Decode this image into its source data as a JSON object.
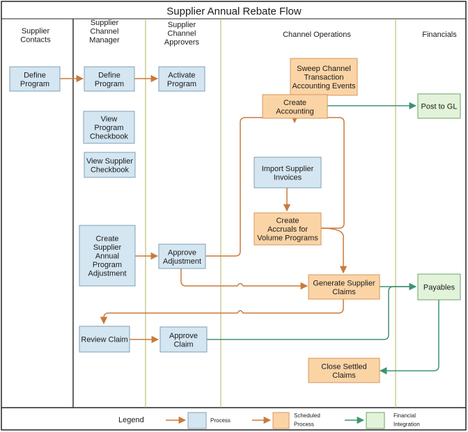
{
  "title": "Supplier Annual Rebate Flow",
  "colors": {
    "process_fill": "#d4e6f1",
    "process_stroke": "#7f9fb5",
    "scheduled_fill": "#fbd4a6",
    "scheduled_stroke": "#d4965a",
    "financial_fill": "#e2f3d9",
    "financial_stroke": "#6aa36a",
    "orange_arrow": "#c97a3c",
    "green_arrow": "#3d9470",
    "lane_line": "#b5b05a",
    "frame": "#222222"
  },
  "lanes": [
    {
      "id": "supplier-contacts",
      "label": "Supplier\nContacts"
    },
    {
      "id": "supplier-channel-manager",
      "label": "Supplier\nChannel\nManager"
    },
    {
      "id": "supplier-channel-approvers",
      "label": "Supplier\nChannel\nApprovers"
    },
    {
      "id": "channel-operations",
      "label": "Channel Operations"
    },
    {
      "id": "financials",
      "label": "Financials"
    }
  ],
  "nodes": [
    {
      "id": "define-program-1",
      "type": "process",
      "label": "Define\nProgram"
    },
    {
      "id": "define-program-2",
      "type": "process",
      "label": "Define\nProgram"
    },
    {
      "id": "activate-program",
      "type": "process",
      "label": "Activate\nProgram"
    },
    {
      "id": "sweep-events",
      "type": "scheduled",
      "label": "Sweep Channel\nTransaction\nAccounting Events"
    },
    {
      "id": "create-accounting",
      "type": "scheduled",
      "label": "Create\nAccounting"
    },
    {
      "id": "post-to-gl",
      "type": "financial",
      "label": "Post to GL"
    },
    {
      "id": "view-program-checkbook",
      "type": "process",
      "label": "View\nProgram\nCheckbook"
    },
    {
      "id": "view-supplier-checkbook",
      "type": "process",
      "label": "View Supplier\nCheckbook"
    },
    {
      "id": "import-supplier-invoices",
      "type": "process",
      "label": "Import Supplier\nInvoices"
    },
    {
      "id": "create-accruals",
      "type": "scheduled",
      "label": "Create\nAccruals for\nVolume Programs"
    },
    {
      "id": "create-adjustment",
      "type": "process",
      "label": "Create\nSupplier\nAnnual\nProgram\nAdjustment"
    },
    {
      "id": "approve-adjustment",
      "type": "process",
      "label": "Approve\nAdjustment"
    },
    {
      "id": "generate-claims",
      "type": "scheduled",
      "label": "Generate Supplier\nClaims"
    },
    {
      "id": "payables",
      "type": "financial",
      "label": "Payables"
    },
    {
      "id": "review-claim",
      "type": "process",
      "label": "Review Claim"
    },
    {
      "id": "approve-claim",
      "type": "process",
      "label": "Approve\nClaim"
    },
    {
      "id": "close-settled-claims",
      "type": "scheduled",
      "label": "Close Settled\nClaims"
    }
  ],
  "edges": [
    {
      "id": "define1-to-define2",
      "kind": "orange"
    },
    {
      "id": "define2-to-activate",
      "kind": "orange"
    },
    {
      "id": "accounting-to-gl",
      "kind": "green"
    },
    {
      "id": "import-to-accruals",
      "kind": "orange"
    },
    {
      "id": "create-adj-to-approve-adj",
      "kind": "orange"
    },
    {
      "id": "approve-adj-to-accounting",
      "kind": "orange"
    },
    {
      "id": "approve-adj-to-generate",
      "kind": "orange"
    },
    {
      "id": "accruals-to-accounting",
      "kind": "orange"
    },
    {
      "id": "accruals-to-generate",
      "kind": "orange"
    },
    {
      "id": "generate-to-review",
      "kind": "orange"
    },
    {
      "id": "review-to-approve-claim",
      "kind": "orange"
    },
    {
      "id": "generate-to-payables",
      "kind": "green"
    },
    {
      "id": "approve-claim-to-payables",
      "kind": "green"
    },
    {
      "id": "payables-to-close",
      "kind": "green"
    }
  ],
  "legend": {
    "label": "Legend",
    "items": [
      {
        "id": "process",
        "label": "Process"
      },
      {
        "id": "scheduled",
        "label": "Scheduled\nProcess"
      },
      {
        "id": "financial",
        "label": "Financial\nIntegration"
      }
    ]
  }
}
